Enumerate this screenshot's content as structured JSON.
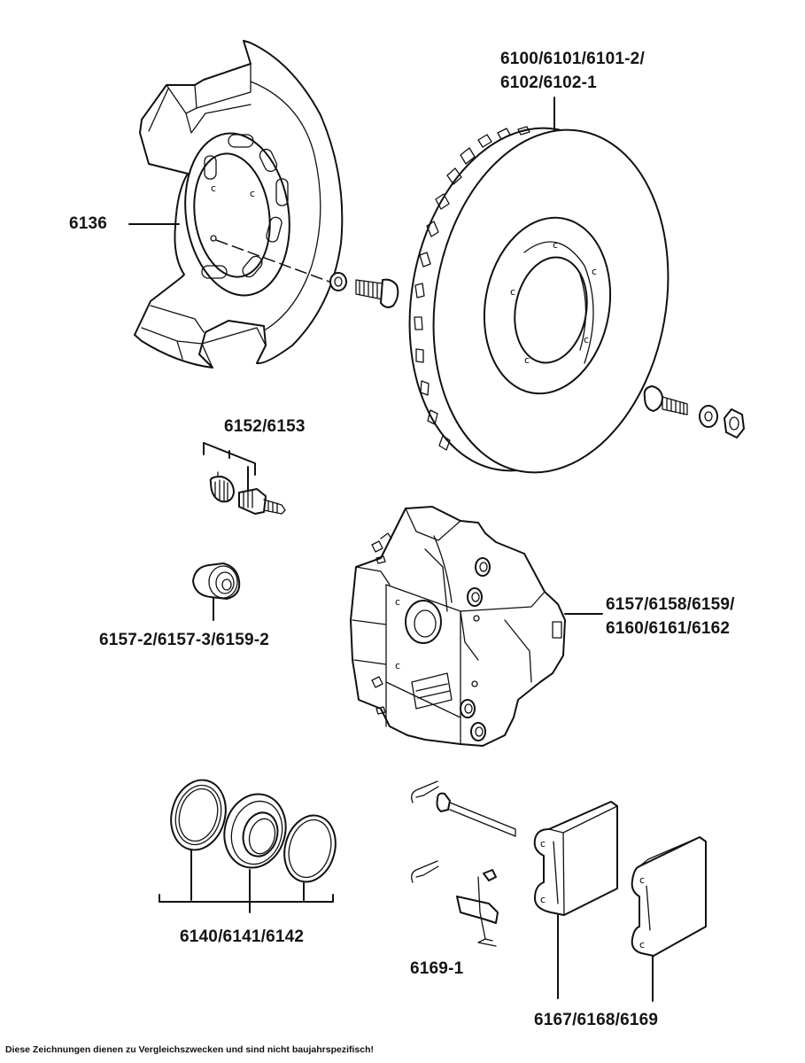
{
  "diagram": {
    "title": "Brake assembly exploded view",
    "parts": [
      {
        "id": "dust-shield",
        "label": "6136"
      },
      {
        "id": "brake-disc",
        "label_lines": [
          "6100/6101/6101-2/",
          "6102/6102-1"
        ]
      },
      {
        "id": "bleeder-valve",
        "label": "6152/6153"
      },
      {
        "id": "caliper-bushing",
        "label": "6157-2/6157-3/6159-2"
      },
      {
        "id": "brake-caliper",
        "label_lines": [
          "6157/6158/6159/",
          "6160/6161/6162"
        ]
      },
      {
        "id": "caliper-seal-kit",
        "label": "6140/6141/6142"
      },
      {
        "id": "pad-retaining-spring",
        "label": "6169-1"
      },
      {
        "id": "brake-pads",
        "label": "6167/6168/6169"
      }
    ],
    "footer_note": "Diese Zeichnungen dienen zu Vergleichszwecken und sind nicht baujahrspezifisch!"
  }
}
